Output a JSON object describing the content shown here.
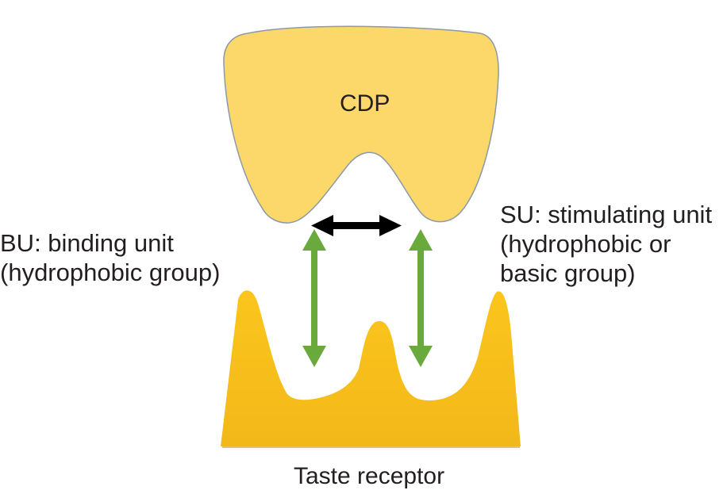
{
  "diagram": {
    "molecule": {
      "label": "CDP",
      "fill_color": "#fcd76a",
      "outline_color": "#8a9aa8"
    },
    "receptor": {
      "label": "Taste receptor",
      "fill_color": "#fbc21a"
    },
    "binding_unit": {
      "line1": "BU: binding unit",
      "line2": "(hydrophobic group)"
    },
    "stimulating_unit": {
      "line1": "SU: stimulating unit",
      "line2": "(hydrophobic or",
      "line3": "basic group)"
    },
    "arrows": {
      "distance_arrow_color": "#000000",
      "interaction_arrow_color": "#6aaa3c"
    }
  }
}
